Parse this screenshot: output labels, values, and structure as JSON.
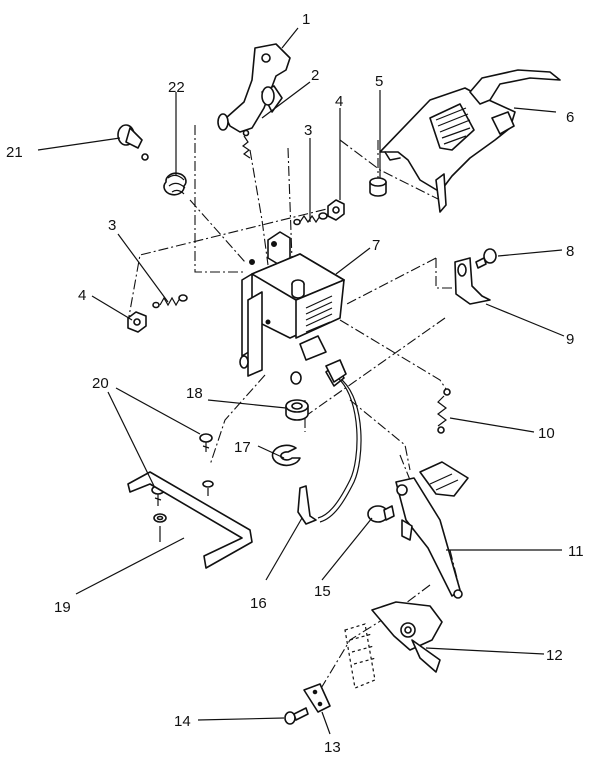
{
  "labels": {
    "p1": "1",
    "p2": "2",
    "p3a": "3",
    "p3b": "3",
    "p4a": "4",
    "p4b": "4",
    "p5": "5",
    "p6": "6",
    "p7": "7",
    "p8": "8",
    "p9": "9",
    "p10": "10",
    "p11": "11",
    "p12": "12",
    "p13": "13",
    "p14": "14",
    "p15": "15",
    "p16": "16",
    "p17": "17",
    "p18": "18",
    "p19": "19",
    "p20": "20",
    "p21": "21",
    "p22": "22"
  }
}
